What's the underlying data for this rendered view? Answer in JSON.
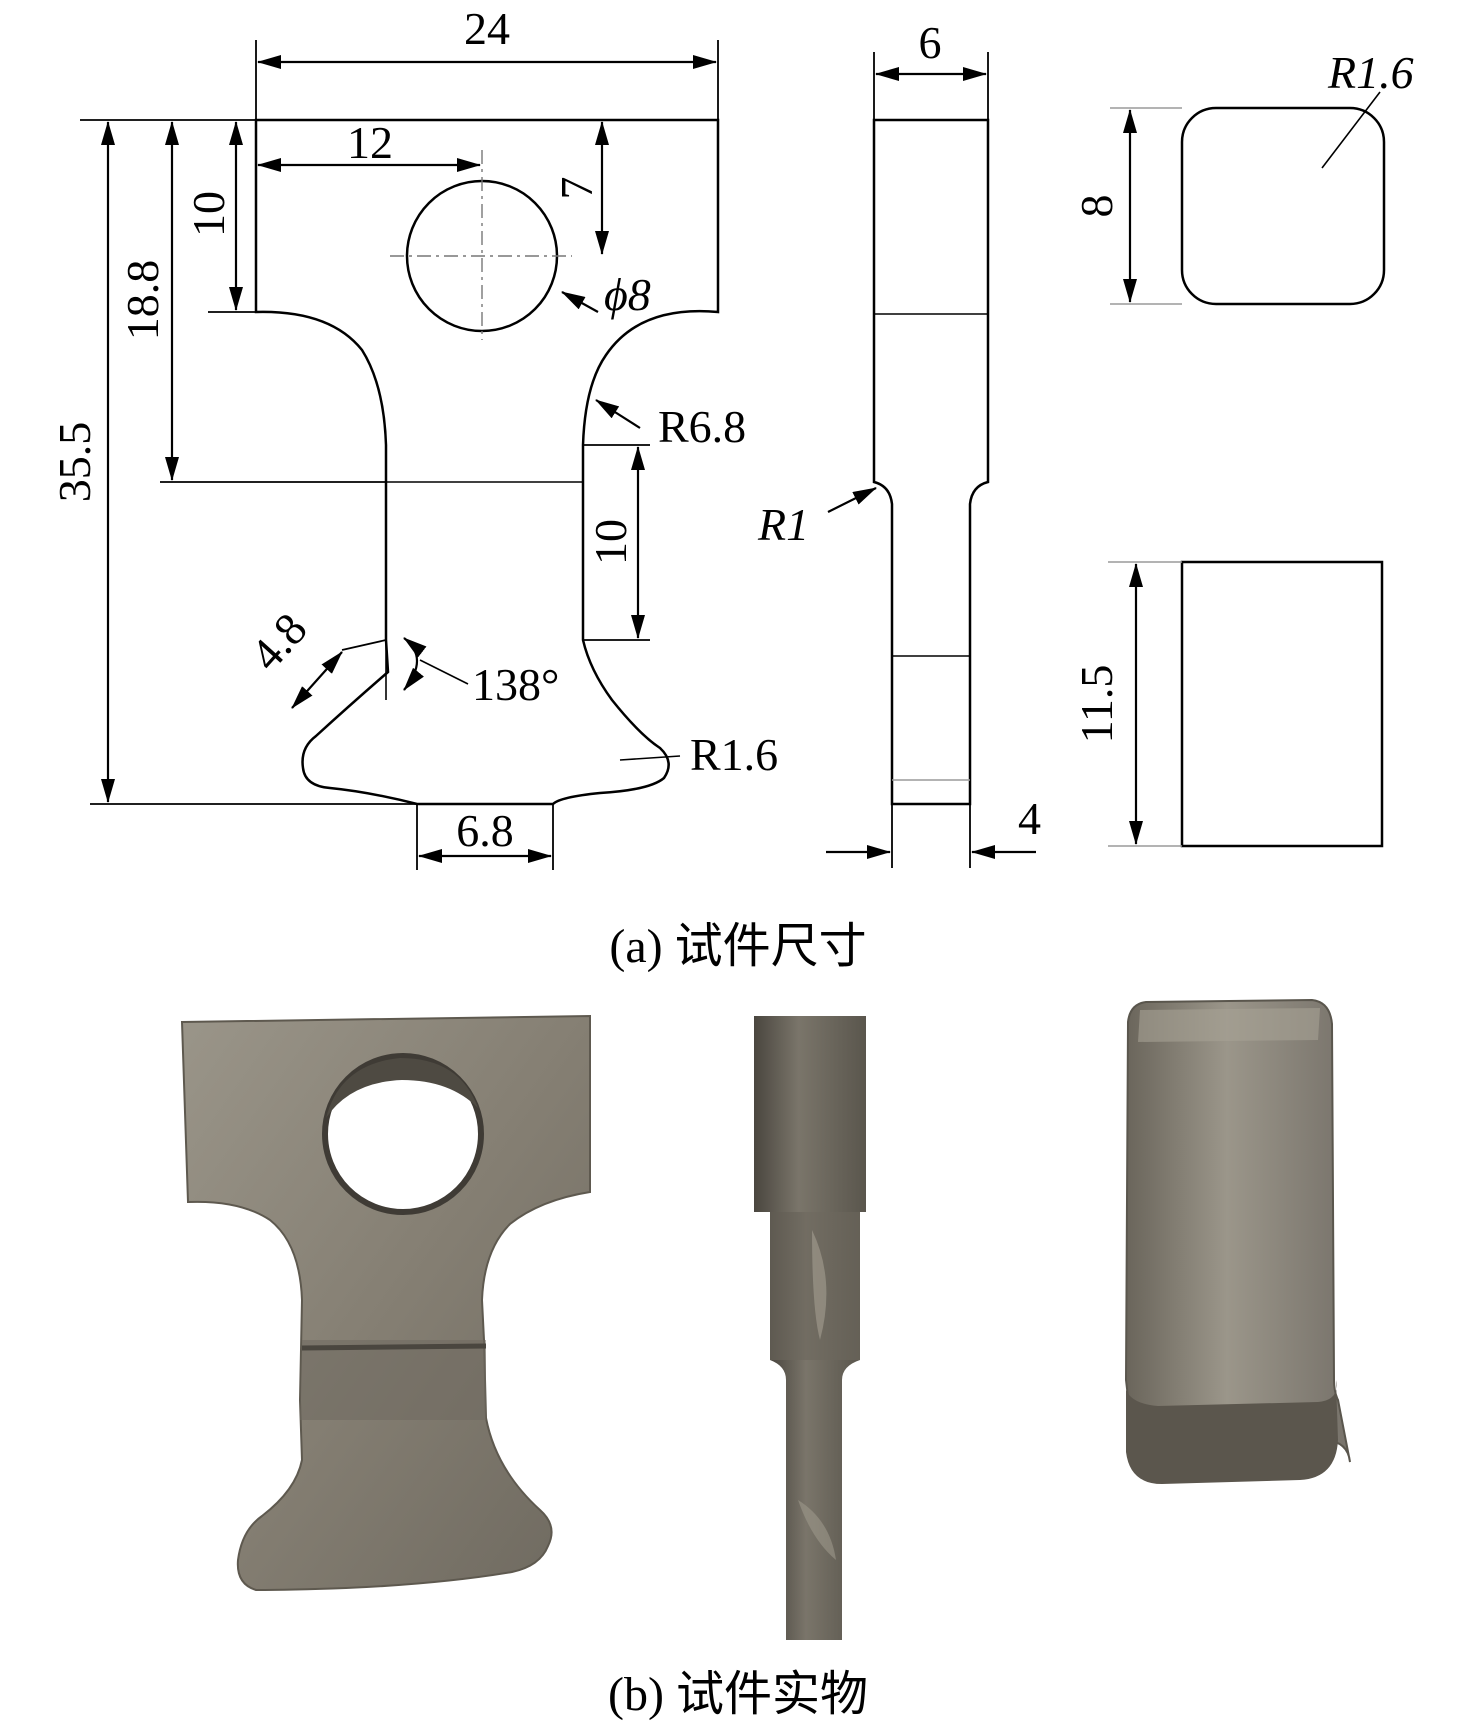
{
  "captions": {
    "a": "(a) 试件尺寸",
    "b": "(b) 试件实物"
  },
  "front_view": {
    "width": "24",
    "hole_offset": "12",
    "hole_depth": "7",
    "hole_diameter": "ϕ8",
    "top_height": "10",
    "neck_height": "18.8",
    "total_height": "35.5",
    "fillet_radius": "R6.8",
    "gauge_length": "10",
    "chamfer": "4.8",
    "angle": "138°",
    "bottom_radius": "R1.6",
    "bottom_width": "6.8"
  },
  "side_view": {
    "thickness": "6",
    "root_radius": "R1",
    "gauge_thickness": "4"
  },
  "end_views": {
    "corner_radius": "R1.6",
    "height": "8",
    "length": "11.5"
  },
  "colors": {
    "line": "#000000",
    "metal": "#8a8478",
    "metal_dark": "#5e594f",
    "metal_light": "#a9a497"
  }
}
